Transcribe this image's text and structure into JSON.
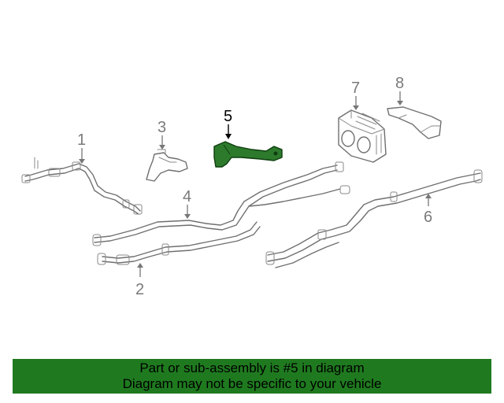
{
  "diagram": {
    "callouts": [
      {
        "id": "1",
        "label": "1"
      },
      {
        "id": "2",
        "label": "2"
      },
      {
        "id": "3",
        "label": "3"
      },
      {
        "id": "4",
        "label": "4"
      },
      {
        "id": "5",
        "label": "5",
        "highlighted": true
      },
      {
        "id": "6",
        "label": "6"
      },
      {
        "id": "7",
        "label": "7"
      },
      {
        "id": "8",
        "label": "8"
      }
    ],
    "colors": {
      "highlight_part": "#2d7a2d",
      "banner_bg": "#1f7a1f",
      "line_art": "#6f6f6f"
    }
  },
  "banner": {
    "line1": "Part or sub-assembly is #5 in diagram",
    "line2": "Diagram may not be specific to your vehicle"
  }
}
